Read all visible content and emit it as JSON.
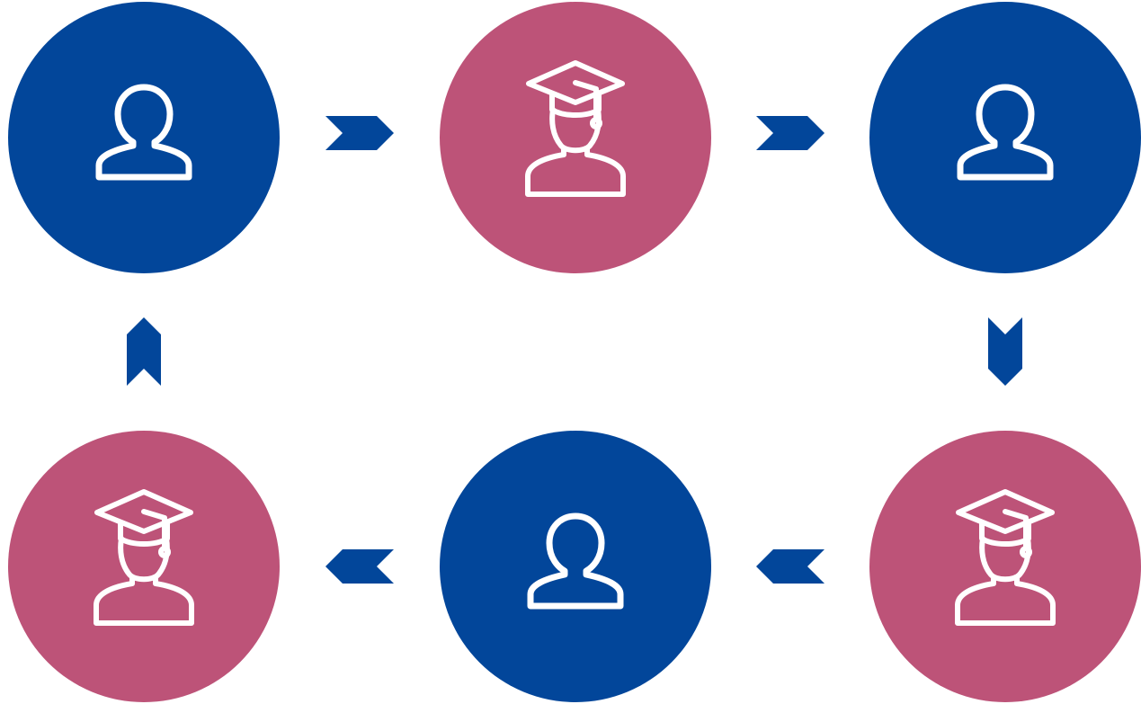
{
  "colors": {
    "person": "#02469a",
    "graduate": "#bd5378",
    "icon_stroke": "#ffffff",
    "arrow": "#02469a"
  },
  "nodes": [
    {
      "id": "node-1",
      "kind": "person",
      "icon": "person-icon"
    },
    {
      "id": "node-2",
      "kind": "graduate",
      "icon": "graduate-icon"
    },
    {
      "id": "node-3",
      "kind": "person",
      "icon": "person-icon"
    },
    {
      "id": "node-4",
      "kind": "graduate",
      "icon": "graduate-icon"
    },
    {
      "id": "node-5",
      "kind": "person",
      "icon": "person-icon"
    },
    {
      "id": "node-6",
      "kind": "graduate",
      "icon": "graduate-icon"
    }
  ],
  "edges": [
    {
      "from": "node-1",
      "to": "node-2",
      "icon": "chevron-right-icon"
    },
    {
      "from": "node-2",
      "to": "node-3",
      "icon": "chevron-right-icon"
    },
    {
      "from": "node-3",
      "to": "node-4",
      "icon": "chevron-down-icon"
    },
    {
      "from": "node-4",
      "to": "node-5",
      "icon": "chevron-left-icon"
    },
    {
      "from": "node-5",
      "to": "node-6",
      "icon": "chevron-left-icon"
    },
    {
      "from": "node-6",
      "to": "node-1",
      "icon": "chevron-up-icon"
    }
  ]
}
